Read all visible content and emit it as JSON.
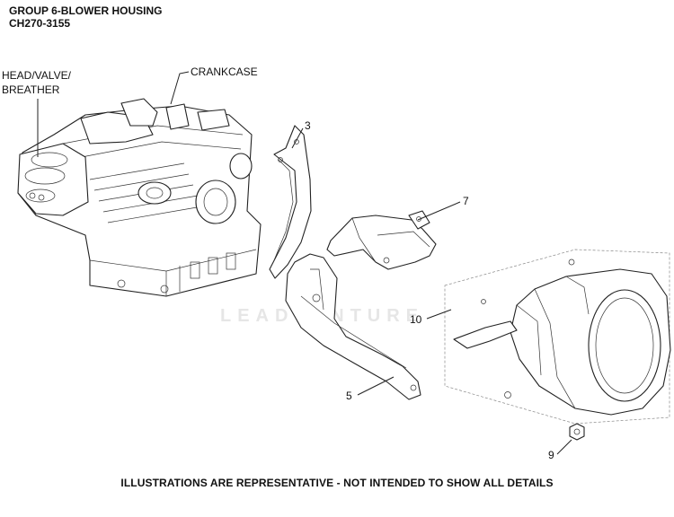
{
  "header": {
    "title": "GROUP 6-BLOWER HOUSING",
    "model": "CH270-3155"
  },
  "labels": {
    "head_line1": "HEAD/VALVE/",
    "head_line2": "BREATHER",
    "crankcase": "CRANKCASE"
  },
  "callouts": {
    "p3": "3",
    "p5": "5",
    "p7": "7",
    "p9": "9",
    "p10": "10"
  },
  "watermark": "LEADVENTURE",
  "footer": "ILLUSTRATIONS ARE REPRESENTATIVE - NOT INTENDED TO SHOW ALL DETAILS"
}
